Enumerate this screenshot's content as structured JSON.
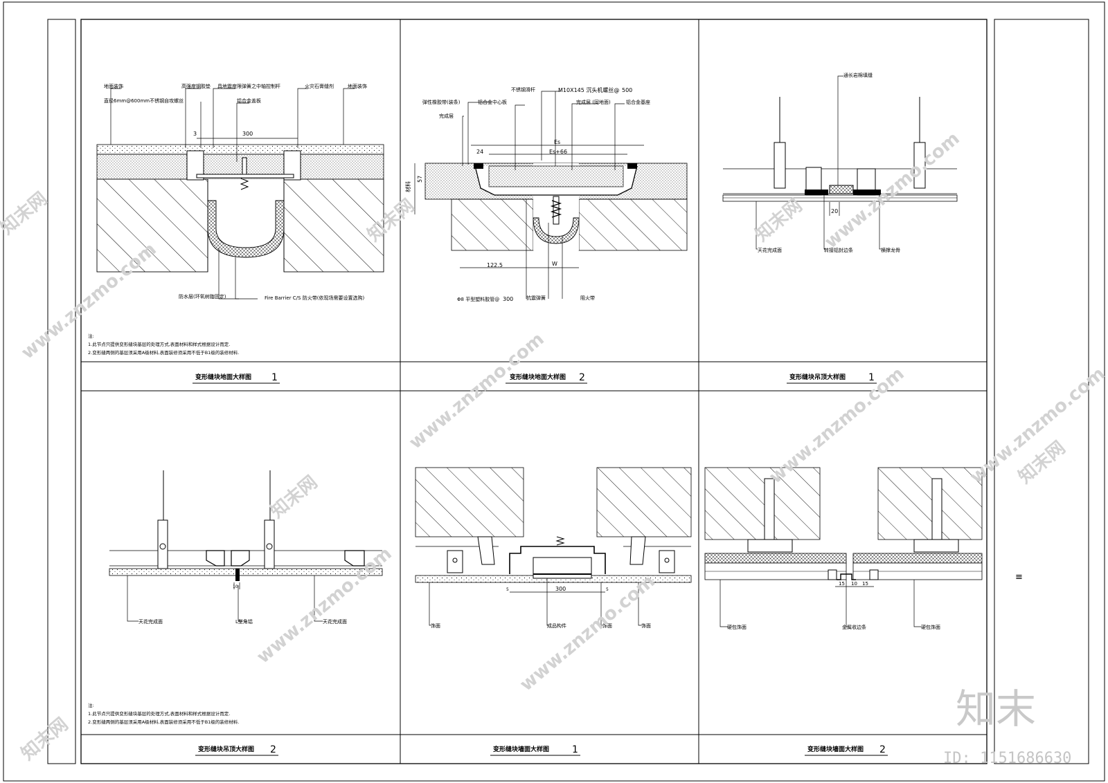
{
  "panels": [
    {
      "title": "变形缝块地面大样图",
      "number": "1",
      "labels": [
        "地面装饰",
        "高强度钢胶垫",
        "具地震度限弹簧之中轴控制杆",
        "火灾石膏缝剂",
        "地面装饰",
        "直径6mm@600mm不锈钢自攻螺丝",
        "铝合金盖板",
        "防水层(环氧树脂固定)",
        "Fire Barrier C/S 防火带(依现场需要设置选购)"
      ],
      "dims": [
        "300",
        "3"
      ],
      "notes": [
        "注:",
        "1.此节点只提供变形缝块基层的处理方式,表面材料和样式根据设计而定.",
        "2.变形缝两侧的基层须采用A级材料,表面装修须采用不低于B1级的装修材料."
      ]
    },
    {
      "title": "变形缝块地面大样图",
      "number": "2",
      "labels": [
        "不锈钢滑杆",
        "M10X145 沉头机螺丝@",
        "500",
        "弹性橡胶带(装条)",
        "铝合金中心板",
        "完成层 (同地面)",
        "铝合金基座",
        "完成层",
        "Φ8 平型塑料胶管@",
        "300",
        "抗震弹簧",
        "阻火带"
      ],
      "dims": [
        "Es",
        "Es+66",
        "24",
        "57",
        "122.5",
        "W",
        "材料"
      ]
    },
    {
      "title": "变形缝块吊顶大样图",
      "number": "1",
      "labels": [
        "通长岩棉填缝",
        "天花完成面",
        "转接铝封边条",
        "横撑龙骨"
      ],
      "dims": [
        "20"
      ]
    },
    {
      "title": "变形缝块吊顶大样图",
      "number": "2",
      "labels": [
        "天花完成面",
        "L型角铝",
        "天花完成面"
      ],
      "dims": [
        "10"
      ],
      "notes": [
        "注:",
        "1.此节点只提供变形缝块基层的处理方式,表面材料和样式根据设计而定.",
        "2.变形缝两侧的基层须采用A级材料,表面装修须采用不低于B1级的装修材料."
      ]
    },
    {
      "title": "变形缝块墙面大样图",
      "number": "1",
      "labels": [
        "饰面",
        "成品构件",
        "饰面",
        "饰面"
      ],
      "dims": [
        "300",
        "5",
        "5"
      ]
    },
    {
      "title": "变形缝块墙面大样图",
      "number": "2",
      "labels": [
        "硬包饰面",
        "金属收边条",
        "硬包饰面"
      ],
      "dims": [
        "15",
        "10",
        "15"
      ]
    }
  ],
  "side_mark": "≡",
  "watermark": {
    "url": "www.znzmo.com",
    "cn": "知末网",
    "logo": "知末",
    "id": "ID: 1151686630"
  }
}
